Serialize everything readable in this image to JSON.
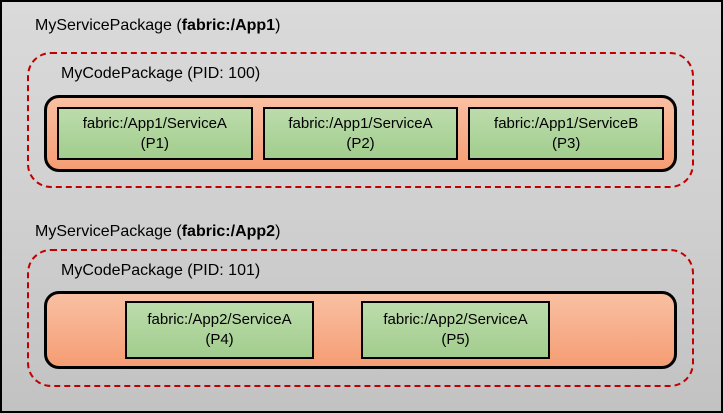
{
  "colors": {
    "window_background_top": "#dadada",
    "window_background_bottom": "#c2c2c2",
    "window_border": "#000000",
    "service_package_dashed_border": "#c00000",
    "code_package_fill_top": "#f9c0a2",
    "code_package_fill_bottom": "#f59d74",
    "service_fill_top": "#bcdcab",
    "service_fill_bottom": "#a2cd8e",
    "box_border": "#000000",
    "text": "#000000"
  },
  "sections": [
    {
      "title_prefix": "MyServicePackage (",
      "title_app": "fabric:/App1",
      "title_suffix": ")",
      "code_package_label": "MyCodePackage (PID: 100)",
      "services": [
        {
          "name": "fabric:/App1/ServiceA",
          "process": "(P1)"
        },
        {
          "name": "fabric:/App1/ServiceA",
          "process": "(P2)"
        },
        {
          "name": "fabric:/App1/ServiceB",
          "process": "(P3)"
        }
      ]
    },
    {
      "title_prefix": "MyServicePackage (",
      "title_app": "fabric:/App2",
      "title_suffix": ")",
      "code_package_label": "MyCodePackage (PID: 101)",
      "services": [
        {
          "name": "fabric:/App2/ServiceA",
          "process": "(P4)"
        },
        {
          "name": "fabric:/App2/ServiceA",
          "process": "(P5)"
        }
      ]
    }
  ]
}
